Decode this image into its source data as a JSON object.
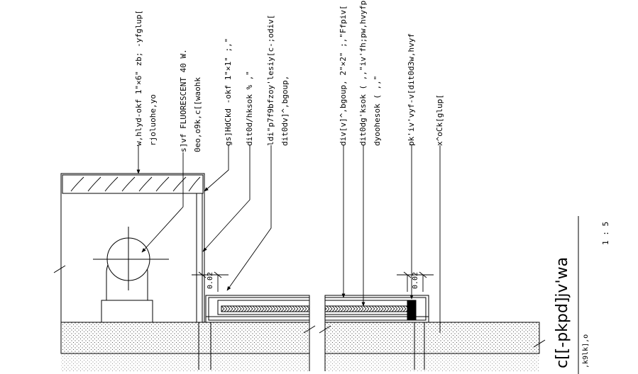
{
  "annotations": [
    {
      "line1": "w,hlyd-okf 1\"×6\" zb; -yfglup[",
      "line2": "rjoluohe,yo"
    },
    {
      "line1": "s]vf   FLUORESCENT 40 W.",
      "line2": "0eo,o9k,c[[waohk"
    },
    {
      "line1": "gs]HdCkd -okf 1\"×1\" ;,\"",
      "line2": ""
    },
    {
      "line1": "dit0d/hksok % ,\"",
      "line2": ""
    },
    {
      "line1": "ldi\"p7f9bfzoy'lesiy[c-;odiv[",
      "line2": "dit0dv]^,bgoup,"
    },
    {
      "line1": "div[v]^,bgoup,  2\"×2\" ;,\"Ffpiv[",
      "line2": ""
    },
    {
      "line1": "dit0dg'ksok ( ,,\"iv'fh;pw,hvyfpk'",
      "line2": "dyoohesok ( ,,\""
    },
    {
      "line1": "pk'iv'vyf-v[dit0d3w,hvyf",
      "line2": ""
    },
    {
      "line1": "x^oCk[glup[",
      "line2": ""
    }
  ],
  "dimensions": [
    "0.02",
    "0.02"
  ],
  "title_block": {
    "title": "c[[-pkpd]jv'wa",
    "subtitle": ",k9lk],o",
    "scale": "1 : 5"
  }
}
